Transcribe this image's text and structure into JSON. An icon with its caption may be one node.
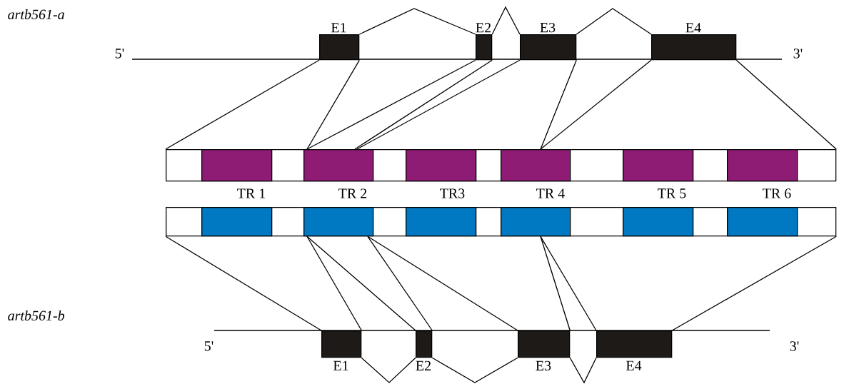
{
  "diagram": {
    "nodes": [
      {
        "text": [
          "E1"
        ]
      },
      {
        "text": [
          "E2"
        ]
      },
      {
        "text": [
          "E3"
        ]
      },
      {
        "text": [
          "E4"
        ]
      },
      {
        "text": [],
        "shape": "bar"
      },
      {
        "text": [],
        "shape": "box",
        "in": 4
      },
      {
        "text": [],
        "shape": "box",
        "in": 4
      },
      {
        "text": [],
        "shape": "box",
        "in": 4
      },
      {
        "text": [],
        "shape": "box",
        "in": 4
      },
      {
        "text": [],
        "shape": "box",
        "in": 4
      },
      {
        "text": [],
        "shape": "box",
        "in": 4
      },
      {
        "text": [],
        "shape": "bar"
      },
      {
        "text": [],
        "shape": "box",
        "in": 11
      },
      {
        "text": [],
        "shape": "box",
        "in": 11
      },
      {
        "text": [],
        "shape": "box",
        "in": 11
      },
      {
        "text": [],
        "shape": "box",
        "in": 11
      },
      {
        "text": [],
        "shape": "box",
        "in": 11
      },
      {
        "text": [],
        "shape": "box",
        "in": 11
      },
      {
        "text": [
          "E1"
        ]
      },
      {
        "text": [
          "E2"
        ]
      },
      {
        "text": [
          "E3"
        ]
      },
      {
        "text": [
          "E4"
        ]
      }
    ],
    "edges": [
      {
        "from": 0,
        "to": 1,
        "arrow": "none"
      },
      {
        "from": 1,
        "to": 2,
        "arrow": "none"
      },
      {
        "from": 2,
        "to": 3,
        "arrow": "none"
      },
      {
        "from": 0,
        "to": 4,
        "arrow": "none"
      },
      {
        "from": 0,
        "to": 6,
        "arrow": "none"
      },
      {
        "from": 1,
        "to": 6,
        "arrow": "none"
      },
      {
        "from": 1,
        "to": 6,
        "arrow": "none"
      },
      {
        "from": 2,
        "to": 6,
        "arrow": "none"
      },
      {
        "from": 2,
        "to": 8,
        "arrow": "none"
      },
      {
        "from": 3,
        "to": 8,
        "arrow": "none"
      },
      {
        "from": 3,
        "to": 4,
        "arrow": "none"
      },
      {
        "from": 11,
        "to": 18,
        "arrow": "none"
      },
      {
        "from": 13,
        "to": 18,
        "arrow": "none"
      },
      {
        "from": 13,
        "to": 19,
        "arrow": "none"
      },
      {
        "from": 13,
        "to": 19,
        "arrow": "none"
      },
      {
        "from": 13,
        "to": 20,
        "arrow": "none"
      },
      {
        "from": 15,
        "to": 20,
        "arrow": "none"
      },
      {
        "from": 15,
        "to": 21,
        "arrow": "none"
      },
      {
        "from": 11,
        "to": 21,
        "arrow": "none"
      },
      {
        "from": 18,
        "to": 19,
        "arrow": "none"
      },
      {
        "from": 19,
        "to": 20,
        "arrow": "none"
      },
      {
        "from": 20,
        "to": 21,
        "arrow": "none"
      }
    ],
    "labels": [
      "artb561-a",
      "5'",
      "3'",
      "TR 1",
      "TR 2",
      "TR3",
      "TR 4",
      "TR 5",
      "TR 6",
      "artb561-b",
      "5'",
      "3'"
    ]
  }
}
